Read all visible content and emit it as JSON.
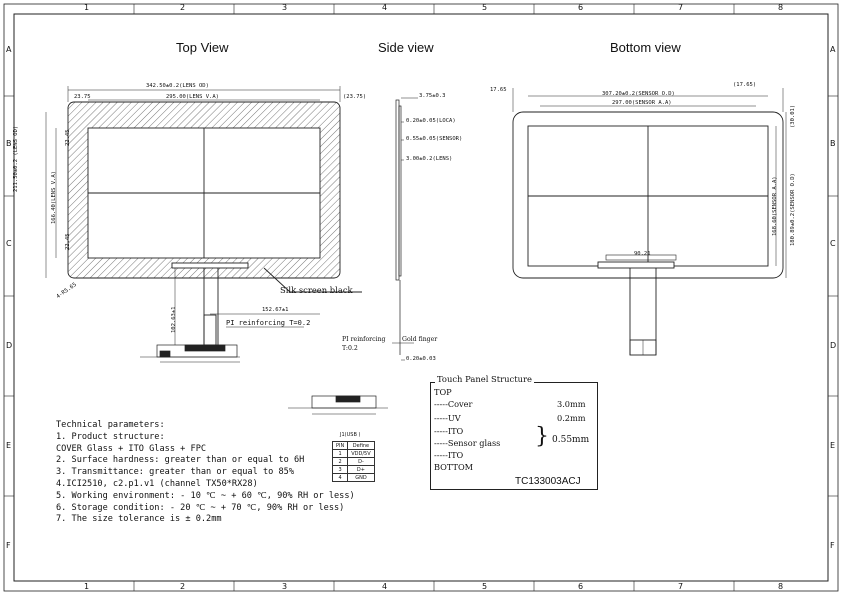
{
  "views": {
    "top": "Top View",
    "side": "Side view",
    "bottom": "Bottom view"
  },
  "grid": {
    "cols": [
      "1",
      "2",
      "3",
      "4",
      "5",
      "6",
      "7",
      "8"
    ],
    "rows": [
      "A",
      "B",
      "C",
      "D",
      "E",
      "F"
    ]
  },
  "top_dims": {
    "lens_od_w": "342.50±0.2(LENS OD)",
    "lens_va_w": "295.00(LENS V.A)",
    "left_margin": "23.75",
    "right_margin": "(23.75)",
    "lens_od_h": "211.50±0.2 (LENS OD)",
    "lens_va_h": "166.40(LENS V.A)",
    "top_margin": "22.45",
    "bottom_margin": "22.45",
    "corner_radius": "4-R5.65",
    "fpc_len": "102.63±1",
    "fpc_offset": "152.67±1",
    "silk": "Silk screen black",
    "pi_reinf": "PI reinforcing T=0.2"
  },
  "side_dims": {
    "total": "3.75±0.3",
    "loca": "0.20±0.05(LOCA)",
    "sensor": "0.55±0.05(SENSOR)",
    "lens": "3.00±0.2(LENS)",
    "pi_reinf": "PI reinforcing",
    "pi_t": "T:0.2",
    "gold": "Gold finger",
    "gold_dim": "0.20±0.03"
  },
  "bottom_dims": {
    "left": "17.65",
    "right": "(17.65)",
    "sensor_od_w": "307.20±0.2(SENSOR O.D)",
    "sensor_aa_w": "297.00(SENSOR A.A)",
    "sensor_aa_h": "168.60(SENSOR A.A)",
    "sensor_od_h": "180.89±0.2(SENSOR O.D)",
    "top_gap": "(30.01)",
    "fpc_w": "90.21"
  },
  "structure": {
    "title": "Touch Panel Structure",
    "top": "TOP",
    "bottom": "BOTTOM",
    "layers": [
      {
        "name": "-----Cover",
        "value": "3.0mm"
      },
      {
        "name": "-----UV",
        "value": "0.2mm"
      },
      {
        "name": "-----ITO",
        "value": ""
      },
      {
        "name": "-----Sensor glass",
        "value": ""
      },
      {
        "name": "-----ITO",
        "value": ""
      }
    ],
    "brace": "}",
    "sensor_value": "0.55mm",
    "model": "TC133003ACJ"
  },
  "pin_table": {
    "caption": "J1(USB )",
    "headers": [
      "PIN",
      "Define"
    ],
    "rows": [
      [
        "1",
        "VDD/5V"
      ],
      [
        "2",
        "D-"
      ],
      [
        "3",
        "D+"
      ],
      [
        "4",
        "GND"
      ]
    ]
  },
  "params": {
    "title": "Technical parameters:",
    "lines": [
      "1. Product structure:",
      "COVER Glass + ITO Glass + FPC",
      "2. Surface hardness: greater than or equal to 6H",
      "3. Transmittance: greater than or equal to 85%",
      "4.ICI2510, c2.p1.v1 (channel TX50*RX28)",
      "5. Working environment: - 10 ℃ ~ + 60 ℃, 90% RH or less)",
      "6. Storage condition: - 20 ℃ ~ + 70 ℃, 90% RH or less)",
      "7. The size tolerance is ± 0.2mm"
    ]
  }
}
